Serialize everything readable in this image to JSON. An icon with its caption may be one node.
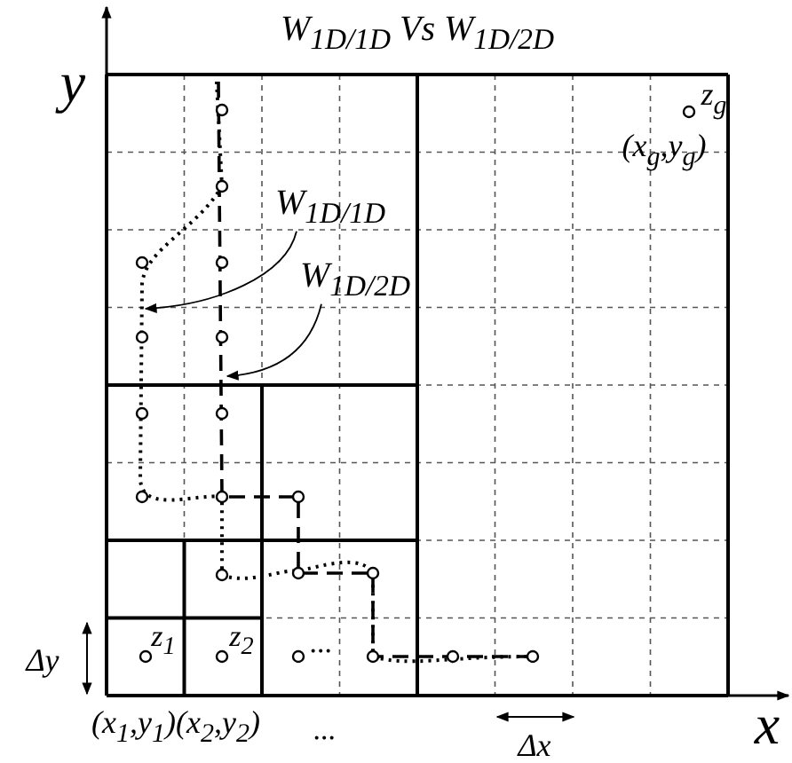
{
  "diagram": {
    "title": "W$_{1D/1D}$ Vs W$_{1D/2D}$",
    "nodes": [
      {
        "text": [
          "W$_{1D/1D}$"
        ]
      },
      {
        "text": [
          "W$_{1D/2D}$"
        ]
      }
    ],
    "edges": [
      {
        "from": 0,
        "to": null,
        "arrow": "to"
      },
      {
        "from": 1,
        "to": null,
        "arrow": "to"
      }
    ],
    "labels": [
      "y",
      "z$_{g}$",
      "(x$_{g}$,y$_{g}$)",
      "z$_{1}$",
      "z$_{2}$",
      "...",
      "Δy",
      "(x$_{1}$,y$_{1}$)(x$_{2}$,y$_{2}$)",
      "...",
      "Δx",
      "x"
    ]
  }
}
